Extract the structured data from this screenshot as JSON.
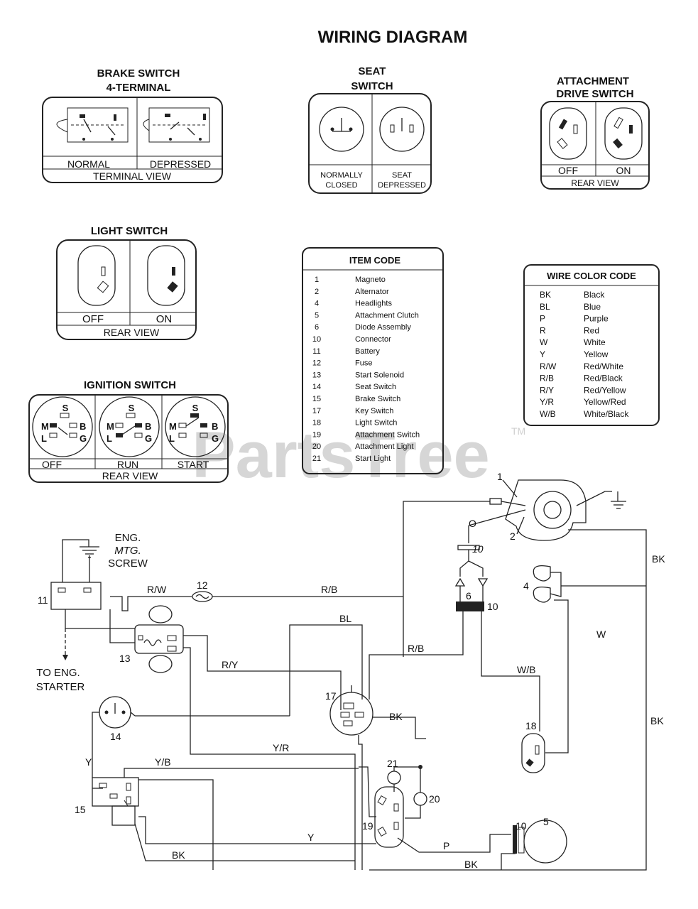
{
  "title": "WIRING DIAGRAM",
  "watermark": "PartsTree",
  "watermark_tm": "TM",
  "brake_switch": {
    "title1": "BRAKE SWITCH",
    "title2": "4-TERMINAL",
    "left": "NORMAL",
    "right": "DEPRESSED",
    "view": "TERMINAL VIEW"
  },
  "seat_switch": {
    "title1": "SEAT",
    "title2": "SWITCH",
    "left1": "NORMALLY",
    "left2": "CLOSED",
    "right1": "SEAT",
    "right2": "DEPRESSED"
  },
  "attachment_switch": {
    "title1": "ATTACHMENT",
    "title2": "DRIVE SWITCH",
    "left": "OFF",
    "right": "ON",
    "view": "REAR VIEW"
  },
  "light_switch": {
    "title": "LIGHT SWITCH",
    "left": "OFF",
    "right": "ON",
    "view": "REAR VIEW"
  },
  "ignition_switch": {
    "title": "IGNITION SWITCH",
    "positions": [
      "OFF",
      "RUN",
      "START"
    ],
    "terminals": [
      "S",
      "M",
      "B",
      "L",
      "G"
    ],
    "view": "REAR VIEW"
  },
  "item_code": {
    "title": "ITEM CODE",
    "rows": [
      [
        "1",
        "Magneto"
      ],
      [
        "2",
        "Alternator"
      ],
      [
        "4",
        "Headlights"
      ],
      [
        "5",
        "Attachment Clutch"
      ],
      [
        "6",
        "Diode Assembly"
      ],
      [
        "10",
        "Connector"
      ],
      [
        "11",
        "Battery"
      ],
      [
        "12",
        "Fuse"
      ],
      [
        "13",
        "Start Solenoid"
      ],
      [
        "14",
        "Seat Switch"
      ],
      [
        "15",
        "Brake Switch"
      ],
      [
        "17",
        "Key Switch"
      ],
      [
        "18",
        "Light Switch"
      ],
      [
        "19",
        "Attachment Switch"
      ],
      [
        "20",
        "Attachment Light"
      ],
      [
        "21",
        "Start Light"
      ]
    ]
  },
  "wire_color": {
    "title": "WIRE COLOR CODE",
    "rows": [
      [
        "BK",
        "Black"
      ],
      [
        "BL",
        "Blue"
      ],
      [
        "P",
        "Purple"
      ],
      [
        "R",
        "Red"
      ],
      [
        "W",
        "White"
      ],
      [
        "Y",
        "Yellow"
      ],
      [
        "R/W",
        "Red/White"
      ],
      [
        "R/B",
        "Red/Black"
      ],
      [
        "R/Y",
        "Red/Yellow"
      ],
      [
        "Y/R",
        "Yellow/Red"
      ],
      [
        "W/B",
        "White/Black"
      ]
    ]
  },
  "labels": {
    "eng1": "ENG.",
    "eng2": "MTG.",
    "eng3": "SCREW",
    "starter1": "TO ENG.",
    "starter2": "STARTER",
    "n1": "1",
    "n2": "2",
    "n4": "4",
    "n5": "5",
    "n6": "6",
    "n10a": "10",
    "n10b": "10",
    "n10c": "10",
    "n11": "11",
    "n12": "12",
    "n13": "13",
    "n14": "14",
    "n15": "15",
    "n17": "17",
    "n18": "18",
    "n19": "19",
    "n20": "20",
    "n21": "21",
    "o": "O",
    "w_rw": "R/W",
    "w_rb1": "R/B",
    "w_rb2": "R/B",
    "w_bl": "BL",
    "w_ry": "R/Y",
    "w_yr": "Y/R",
    "w_yb": "Y/B",
    "w_y1": "Y",
    "w_y2": "Y",
    "w_bk1": "BK",
    "w_bk2": "BK",
    "w_bk3": "BK",
    "w_bk4": "BK",
    "w_bk5": "BK",
    "w_wb": "W/B",
    "w_w": "W",
    "w_p": "P"
  }
}
